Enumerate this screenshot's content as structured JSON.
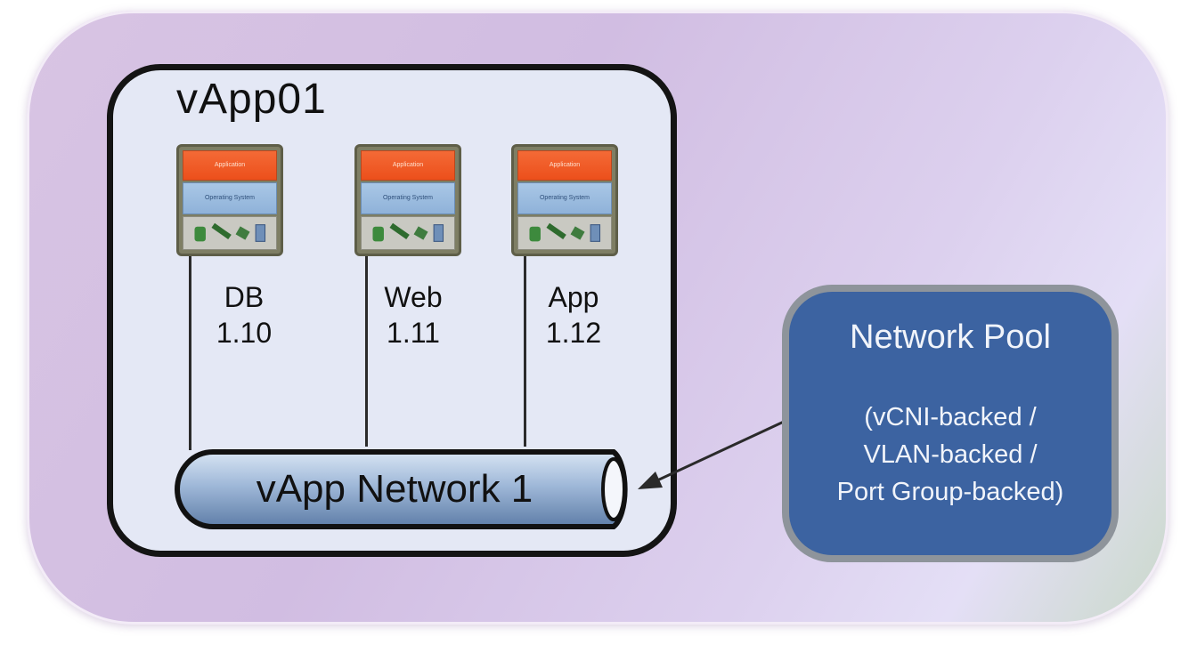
{
  "vapp": {
    "title": "vApp01"
  },
  "vms": [
    {
      "name": "DB",
      "ip": "1.10",
      "app_layer": "Application",
      "os_layer": "Operating System",
      "hw_icon": "hardware-icons"
    },
    {
      "name": "Web",
      "ip": "1.11",
      "app_layer": "Application",
      "os_layer": "Operating System",
      "hw_icon": "hardware-icons"
    },
    {
      "name": "App",
      "ip": "1.12",
      "app_layer": "Application",
      "os_layer": "Operating System",
      "hw_icon": "hardware-icons"
    }
  ],
  "network": {
    "label": "vApp Network 1"
  },
  "pool": {
    "title": "Network Pool",
    "line1": "(vCNI-backed /",
    "line2": "VLAN-backed /",
    "line3": "Port Group-backed)"
  },
  "colors": {
    "outer_panel": "#d1bde2",
    "vapp_fill": "#e4e8f5",
    "pool_fill": "#3c63a1",
    "pool_border": "#8e949b",
    "app_layer": "#ec4f1b",
    "os_layer": "#8fb2d9"
  }
}
